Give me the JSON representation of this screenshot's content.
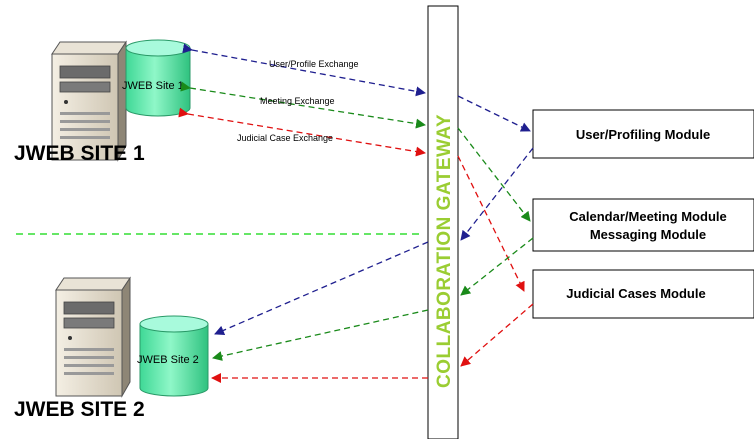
{
  "sites": {
    "site1": {
      "title": "JWEB SITE 1",
      "db_label": "JWEB Site 1"
    },
    "site2": {
      "title": "JWEB SITE 2",
      "db_label": "JWEB Site 2"
    }
  },
  "gateway": {
    "label": "COLLABORATION GATEWAY"
  },
  "exchanges": {
    "user_profile": "User/Profile Exchange",
    "meeting": "Meeting Exchange",
    "judicial_case": "Judicial Case Exchange"
  },
  "modules": {
    "user_profiling": "User/Profiling Module",
    "calendar_meeting": [
      "Calendar/Meeting Module",
      "Messaging Module"
    ],
    "judicial_cases": "Judicial Cases Module"
  },
  "colors": {
    "user_flow": "#1f1f8f",
    "meeting_flow": "#1a8a1a",
    "case_flow": "#e01010",
    "separator": "#33dd33",
    "gateway_text": "#9acd32",
    "database": "#6ff0b8"
  },
  "icons": [
    "server-icon",
    "database-icon"
  ]
}
